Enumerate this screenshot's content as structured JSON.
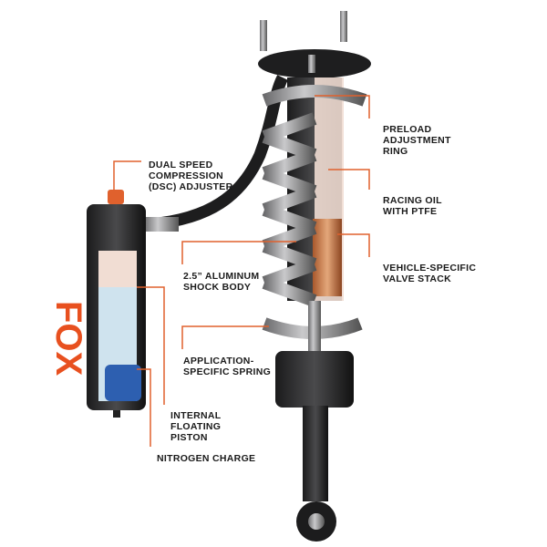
{
  "colors": {
    "leader": "#e0612d",
    "accent": "#e8501f",
    "body": "#3a3a3c",
    "spring": "#9a9a9c",
    "oil": "#f1ddd3",
    "nitrogen": "#cfe3ee",
    "piston": "#2d5fb0"
  },
  "logo": {
    "text": "FOX"
  },
  "labels": {
    "dsc": "DUAL SPEED\nCOMPRESSION\n(DSC) ADJUSTER",
    "preload": "PRELOAD\nADJUSTMENT\nRING",
    "oil": "RACING OIL\nWITH PTFE",
    "valve": "VEHICLE-SPECIFIC\nVALVE STACK",
    "body": "2.5” ALUMINUM\nSHOCK BODY",
    "spring": "APPLICATION-\nSPECIFIC SPRING",
    "ifp": "INTERNAL\nFLOATING\nPISTON",
    "nitrogen": "NITROGEN CHARGE"
  }
}
